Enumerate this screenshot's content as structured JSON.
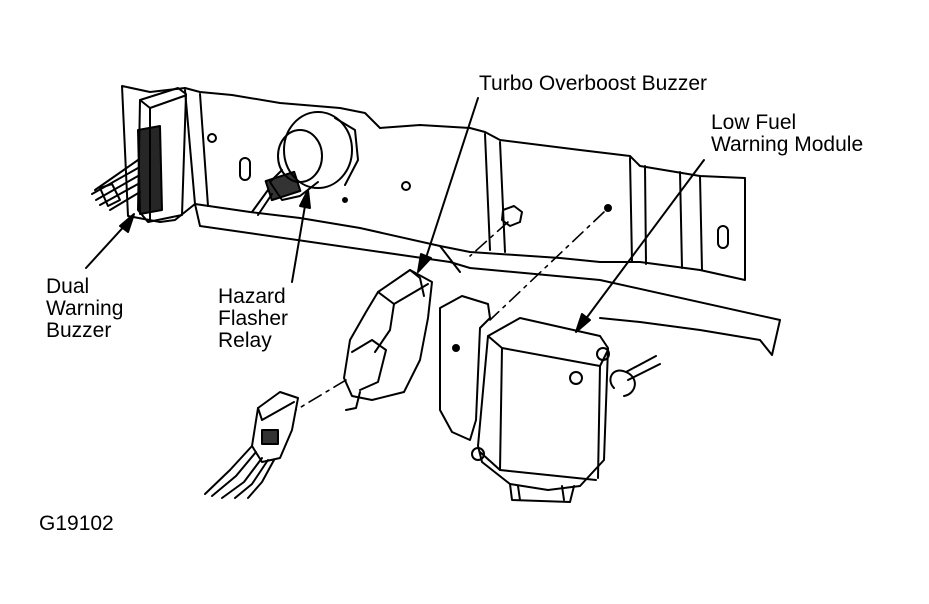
{
  "labels": {
    "turbo_overboost_buzzer": "Turbo Overboost Buzzer",
    "low_fuel_warning_module": [
      "Low Fuel",
      "Warning Module"
    ],
    "dual_warning_buzzer": [
      "Dual",
      "Warning",
      "Buzzer"
    ],
    "hazard_flasher_relay": [
      "Hazard",
      "Flasher",
      "Relay"
    ]
  },
  "figure_id": "G19102",
  "colors": {
    "ink": "#000000",
    "paper": "#ffffff"
  }
}
